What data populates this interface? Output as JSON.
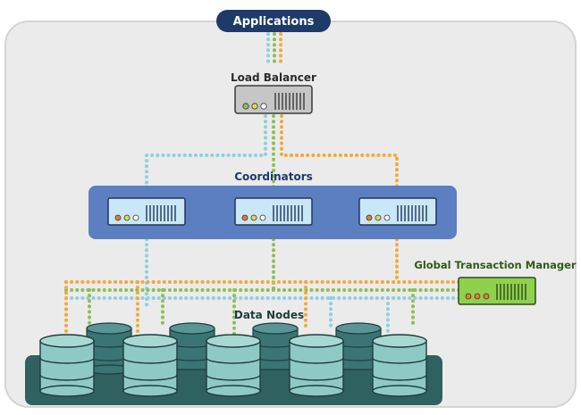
{
  "title": "Applications",
  "load_balancer": {
    "label": "Load Balancer"
  },
  "coordinators": {
    "label": "Coordinators"
  },
  "gtm": {
    "label": "Global Transaction Manager"
  },
  "data_nodes": {
    "label": "Data Nodes"
  },
  "colors": {
    "blue_line": "#8ecfe0",
    "green_line": "#8cc056",
    "orange_line": "#f3a93a",
    "coordinator_panel": "#5b7fc0",
    "data_node_base": "#2f6160",
    "disk_light": "#8fc9c5",
    "disk_dark": "#3a7474",
    "gtm_server": "#8fd04d",
    "title_pill": "#1f3a68",
    "background_panel": "#ebebeb"
  }
}
